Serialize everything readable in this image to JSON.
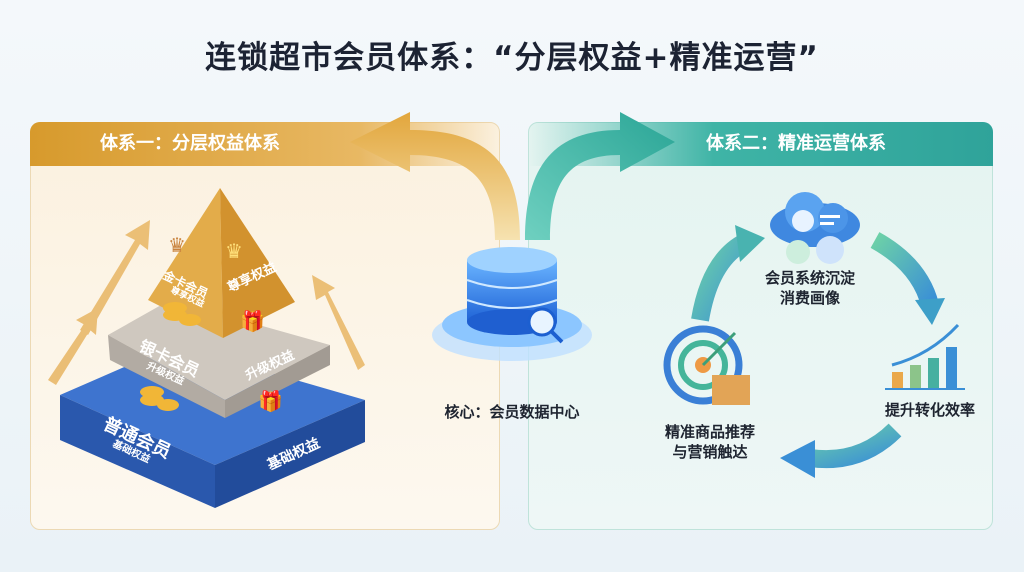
{
  "title": "连锁超市会员体系：“分层权益+精准运营”",
  "left_panel": {
    "header": "体系一：分层权益体系",
    "tiers": [
      {
        "name": "金卡会员",
        "sub": "尊享权益",
        "side": "尊享权益",
        "color": "#d9a13b"
      },
      {
        "name": "银卡会员",
        "sub": "升级权益",
        "side": "升级权益",
        "color": "#b3aca4"
      },
      {
        "name": "普通会员",
        "sub": "基础权益",
        "side": "基础权益",
        "color": "#2f5fb8"
      }
    ]
  },
  "core": {
    "label": "核心：会员数据中心"
  },
  "right_panel": {
    "header": "体系二：精准运营体系",
    "steps": [
      {
        "line1": "会员系统沉淀",
        "line2": "消费画像"
      },
      {
        "line1": "提升转化效率"
      },
      {
        "line1": "精准商品推荐",
        "line2": "与营销触达"
      }
    ]
  },
  "colors": {
    "gold": "#e0a63e",
    "teal": "#34b0a0",
    "blue": "#2f6fd0"
  }
}
